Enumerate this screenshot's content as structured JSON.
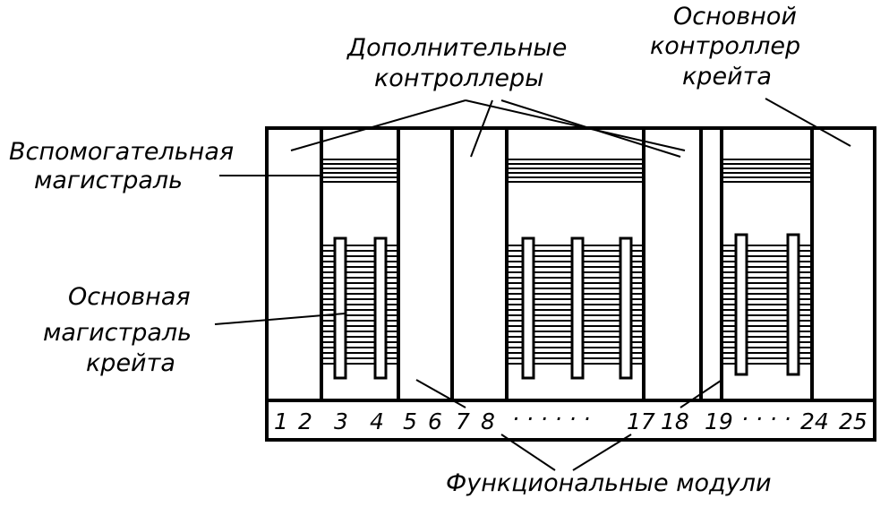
{
  "labels": {
    "aux_bus": [
      "Вспомогательная",
      "магистраль"
    ],
    "extra_controllers": [
      "Дополнительные",
      "контроллеры"
    ],
    "main_controller": [
      "Основной",
      "контроллер",
      "крейта"
    ],
    "main_bus": [
      "Основная",
      "магистраль",
      "крейта"
    ],
    "functional_modules": "Функциональные модули"
  },
  "slot_numbers": [
    "1",
    "2",
    "3",
    "4",
    "5",
    "6",
    "7",
    "8",
    "· · · · · ·",
    "17",
    "18",
    "19",
    "· · · ·",
    "24",
    "25"
  ],
  "colors": {
    "ink": "#000000",
    "paper": "#ffffff"
  }
}
